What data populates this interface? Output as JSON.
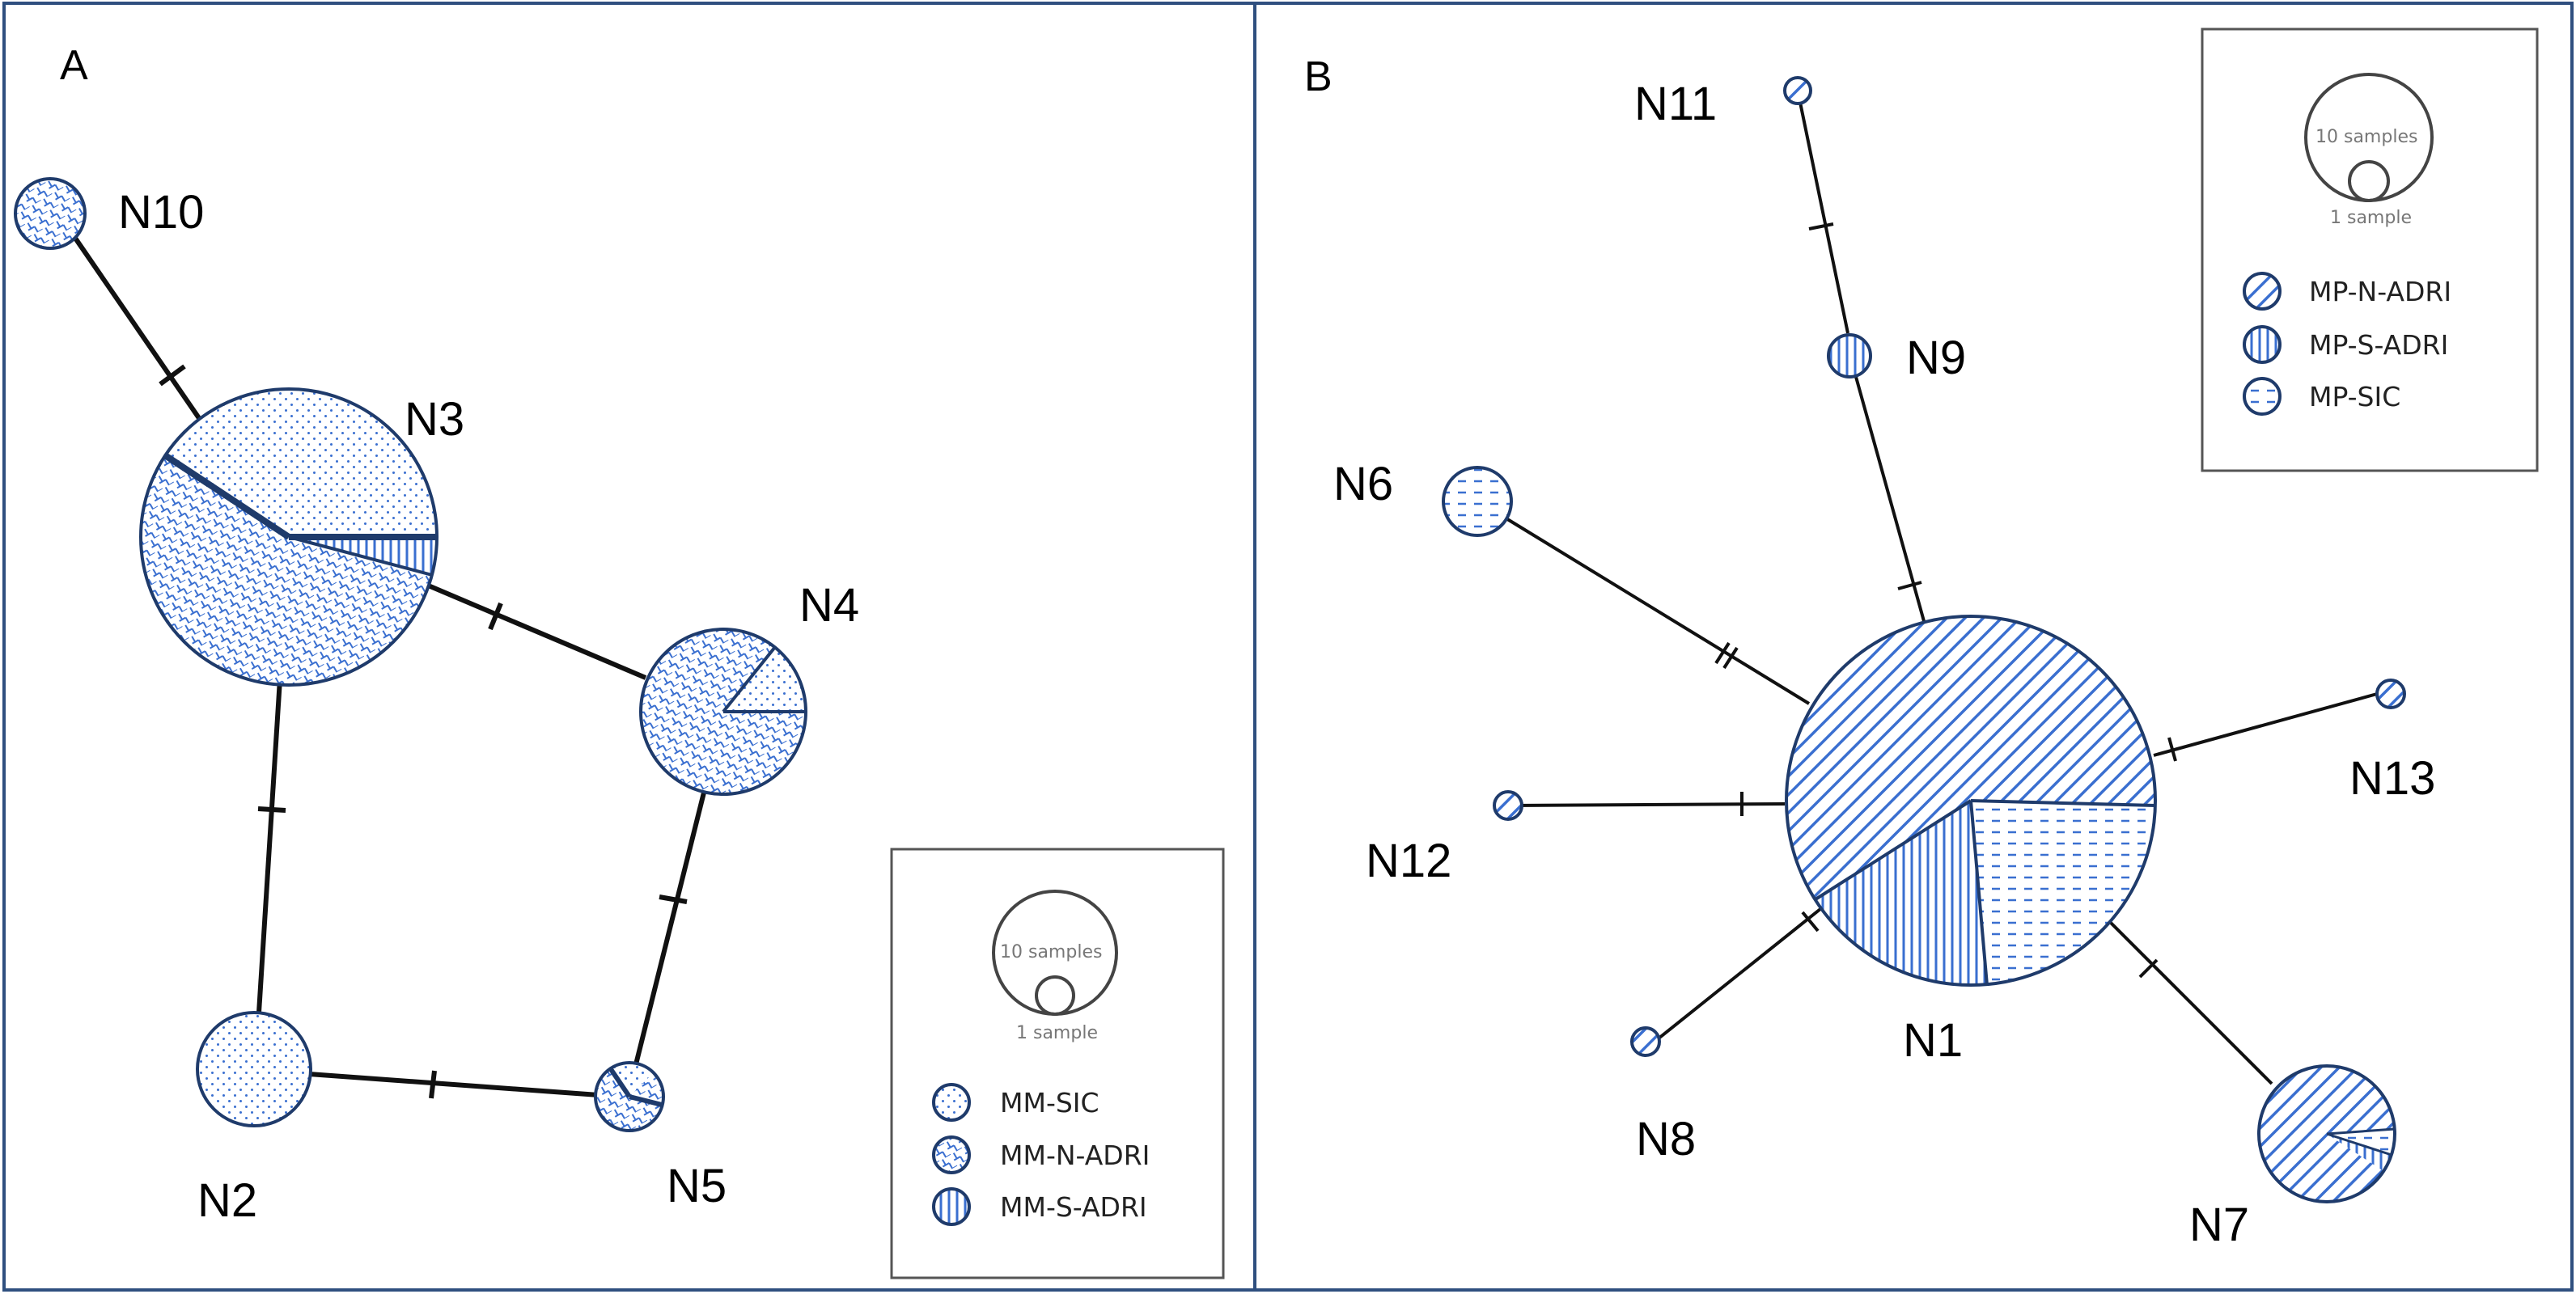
{
  "panels": [
    {
      "id": "A",
      "label": "A",
      "legend": {
        "size_big": "10 samples",
        "size_small": "1 sample",
        "groups": [
          "MM-SIC",
          "MM-N-ADRI",
          "MM-S-ADRI"
        ]
      },
      "nodes": [
        {
          "id": "N10",
          "label": "N10"
        },
        {
          "id": "N3",
          "label": "N3"
        },
        {
          "id": "N4",
          "label": "N4"
        },
        {
          "id": "N2",
          "label": "N2"
        },
        {
          "id": "N5",
          "label": "N5"
        }
      ]
    },
    {
      "id": "B",
      "label": "B",
      "legend": {
        "size_big": "10 samples",
        "size_small": "1 sample",
        "groups": [
          "MP-N-ADRI",
          "MP-S-ADRI",
          "MP-SIC"
        ]
      },
      "nodes": [
        {
          "id": "N11",
          "label": "N11"
        },
        {
          "id": "N9",
          "label": "N9"
        },
        {
          "id": "N6",
          "label": "N6"
        },
        {
          "id": "N1",
          "label": "N1"
        },
        {
          "id": "N13",
          "label": "N13"
        },
        {
          "id": "N12",
          "label": "N12"
        },
        {
          "id": "N8",
          "label": "N8"
        },
        {
          "id": "N7",
          "label": "N7"
        }
      ]
    }
  ],
  "colors": {
    "outline": "#1f3b6b",
    "pattern": "#3a6fd0",
    "border": "#2f4f7f",
    "edge": "#111111"
  }
}
